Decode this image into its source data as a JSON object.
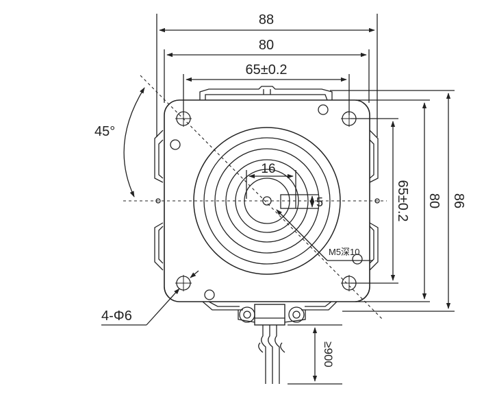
{
  "colors": {
    "line": "#222222",
    "background": "#ffffff"
  },
  "dimensions": {
    "top_overall": "88",
    "top_body": "80",
    "top_holes": "65±0.2",
    "shaft_width": "16",
    "flat": "5",
    "right_holes": "65±0.2",
    "right_body": "80",
    "right_overall": "86",
    "lead_length": "≥900"
  },
  "annotations": {
    "angle": "45°",
    "mounting_holes": "4-Φ6",
    "thread": "M5深10"
  }
}
